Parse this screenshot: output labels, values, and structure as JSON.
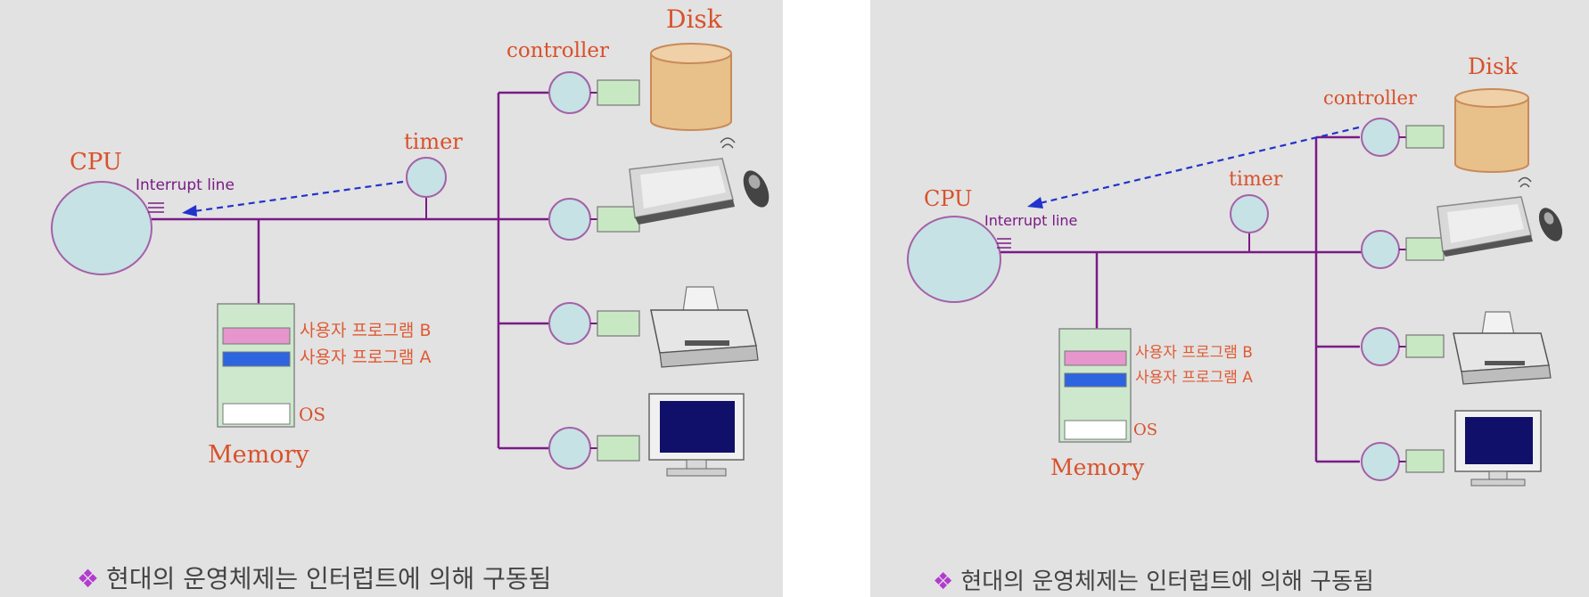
{
  "labels": {
    "cpu": "CPU",
    "interrupt_line": "Interrupt line",
    "timer": "timer",
    "controller": "controller",
    "disk": "Disk",
    "memory": "Memory",
    "program_b": "사용자 프로그램 B",
    "program_a": "사용자 프로그램 A",
    "os": "OS"
  },
  "caption": "현대의 운영체제는 인터럽트에 의해 구동됨",
  "caption_bullet": "❖",
  "colors": {
    "background": "#e2e2e2",
    "bus_line": "#7a1a86",
    "interrupt_arrow": "#2233cc",
    "device_circle": "#c6e2e4",
    "controller_box": "#c8e8c4",
    "memory": "#cde8cd",
    "program_b": "#e696cc",
    "program_a": "#2d64e0",
    "label": "#d9512c",
    "disk": "#e8c08a"
  },
  "slides": [
    {
      "name": "timer-interrupt-slide",
      "interrupt_source": "timer"
    },
    {
      "name": "controller-interrupt-slide",
      "interrupt_source": "controller"
    }
  ]
}
